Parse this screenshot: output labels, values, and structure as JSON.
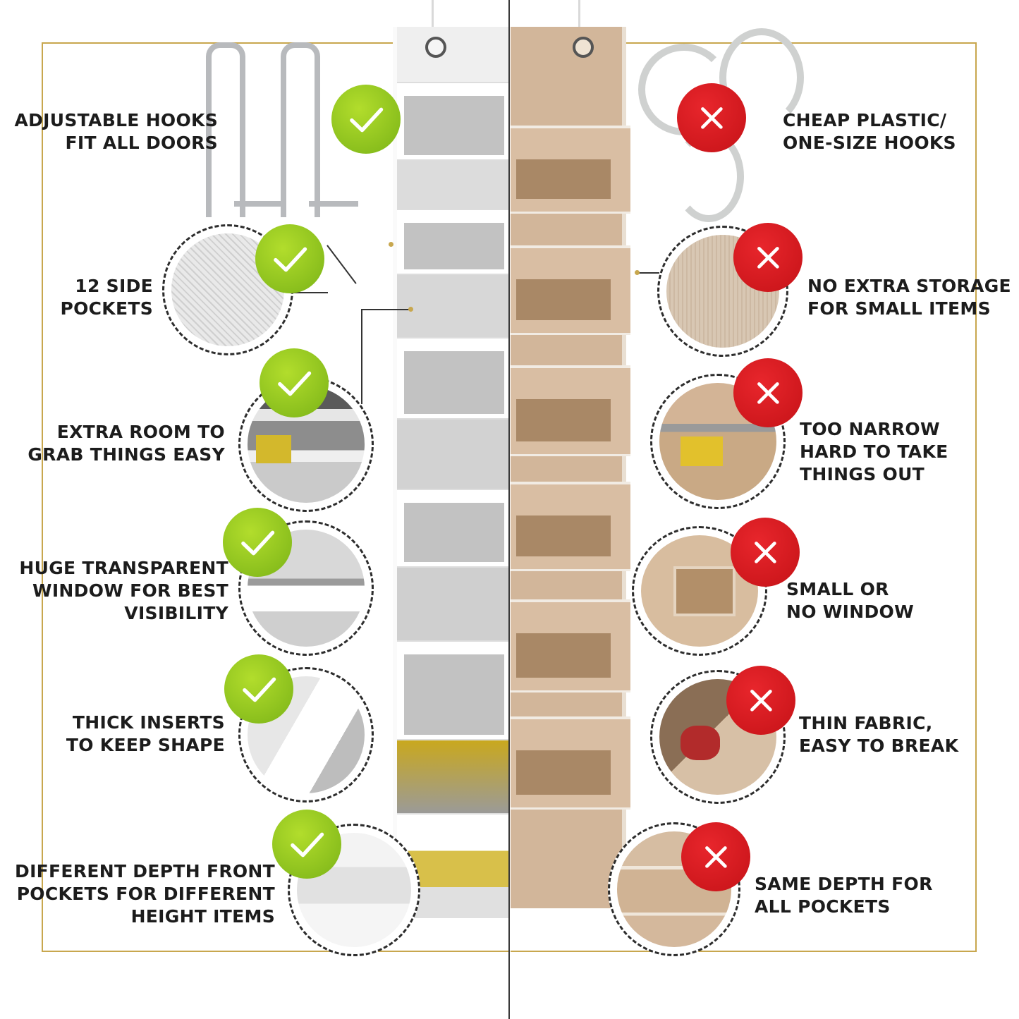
{
  "colors": {
    "frame": "#c8a74e",
    "check": "#8cc41c",
    "cross": "#d8191f",
    "good_fabric": "#efefef",
    "bad_fabric": "#d2b69a"
  },
  "pros": [
    {
      "lines": [
        "ADJUSTABLE HOOKS",
        "FIT ALL DOORS"
      ],
      "icon": "check-icon"
    },
    {
      "lines": [
        "12 SIDE",
        "POCKETS"
      ],
      "icon": "check-icon"
    },
    {
      "lines": [
        "EXTRA ROOM TO",
        "GRAB THINGS EASY"
      ],
      "icon": "check-icon"
    },
    {
      "lines": [
        "HUGE TRANSPARENT",
        "WINDOW FOR BEST",
        "VISIBILITY"
      ],
      "icon": "check-icon"
    },
    {
      "lines": [
        "THICK INSERTS",
        "TO KEEP SHAPE"
      ],
      "icon": "check-icon"
    },
    {
      "lines": [
        "DIFFERENT DEPTH FRONT",
        "POCKETS FOR DIFFERENT",
        "HEIGHT ITEMS"
      ],
      "icon": "check-icon"
    }
  ],
  "cons": [
    {
      "lines": [
        "CHEAP PLASTIC/",
        "ONE-SIZE HOOKS"
      ],
      "icon": "cross-icon"
    },
    {
      "lines": [
        "NO EXTRA STORAGE",
        "FOR SMALL ITEMS"
      ],
      "icon": "cross-icon"
    },
    {
      "lines": [
        "TOO NARROW",
        "HARD TO TAKE",
        "THINGS OUT"
      ],
      "icon": "cross-icon"
    },
    {
      "lines": [
        "SMALL OR",
        "NO WINDOW"
      ],
      "icon": "cross-icon"
    },
    {
      "lines": [
        "THIN FABRIC,",
        "EASY TO BREAK"
      ],
      "icon": "cross-icon"
    },
    {
      "lines": [
        "SAME DEPTH FOR",
        "ALL POCKETS"
      ],
      "icon": "cross-icon"
    }
  ]
}
